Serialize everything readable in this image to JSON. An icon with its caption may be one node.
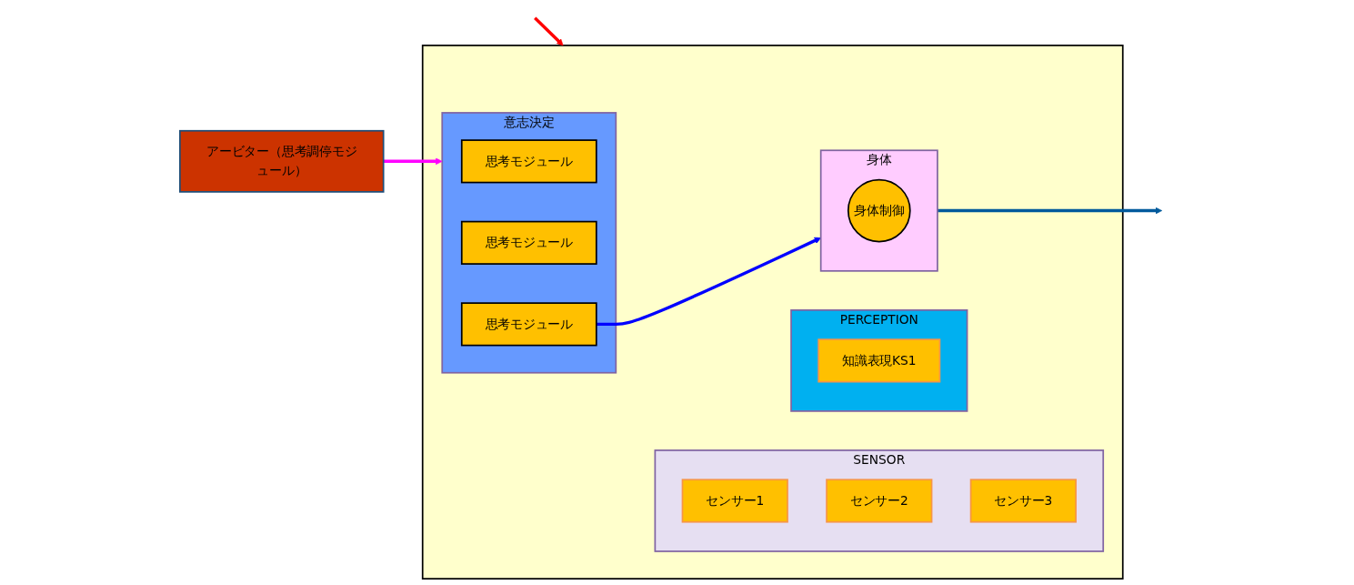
{
  "diagram": {
    "nodes": [
      {
        "text": [],
        "shape": "box"
      },
      {
        "text": [
          "SENSOR"
        ],
        "in": 0
      },
      {
        "text": [
          "センサー1"
        ],
        "in": 1
      },
      {
        "text": [
          "センサー2"
        ],
        "in": 1
      },
      {
        "text": [
          "センサー3"
        ],
        "in": 1
      },
      {
        "text": [
          "PERCEPTION"
        ],
        "in": 0
      },
      {
        "text": [
          "知識表現KS1"
        ],
        "in": 5
      },
      {
        "text": [
          "アービター（思考調停モジュール）"
        ]
      },
      {
        "text": [
          "意志決定"
        ],
        "in": 0
      },
      {
        "text": [
          "思考モジュール"
        ],
        "in": 8
      },
      {
        "text": [
          "思考モジュール"
        ],
        "in": 8
      },
      {
        "text": [
          "思考モジュール"
        ],
        "in": 8
      },
      {
        "text": [
          "身体"
        ],
        "in": 0
      },
      {
        "text": [
          "身体制御"
        ],
        "in": 12
      }
    ],
    "edges": [
      {
        "from": null,
        "to": 0,
        "arrow": "to",
        "color": "#ff0000"
      },
      {
        "from": 7,
        "to": 8,
        "arrow": "to",
        "color": "#ff00ff"
      },
      {
        "from": 11,
        "to": 12,
        "arrow": "to",
        "color": "#0000ff"
      },
      {
        "from": 12,
        "to": null,
        "arrow": "to",
        "color": "#005a9c"
      }
    ]
  }
}
